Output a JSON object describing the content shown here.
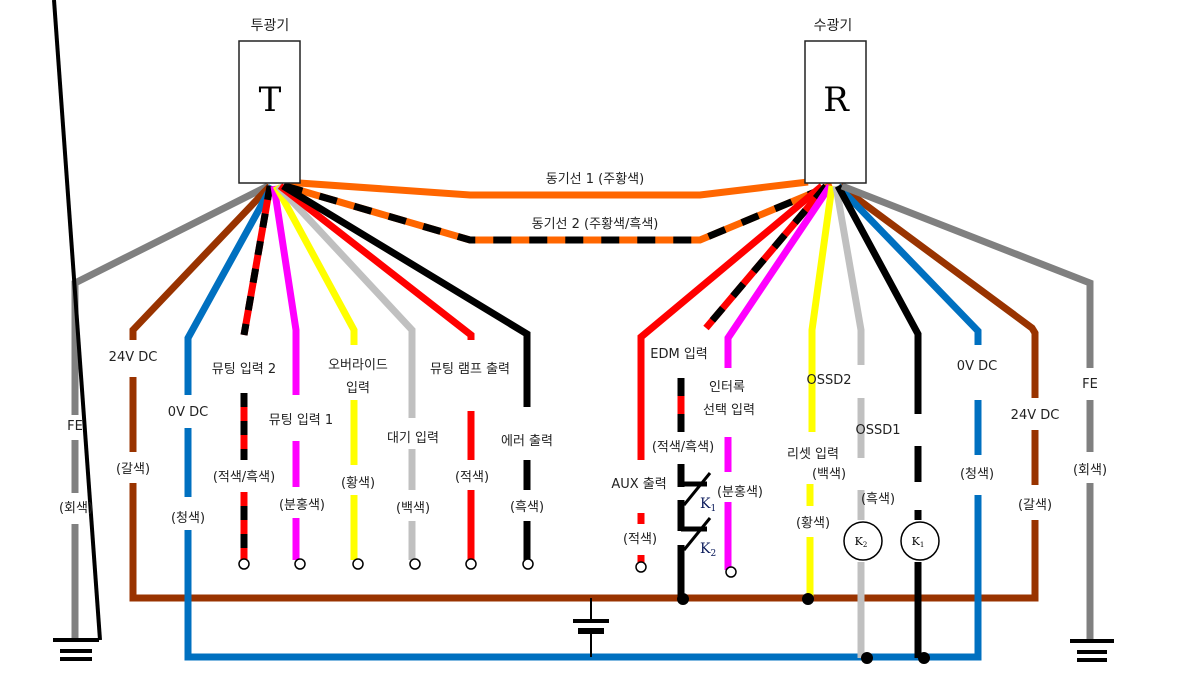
{
  "emitter": {
    "title": "투광기",
    "letter": "T"
  },
  "receiver": {
    "title": "수광기",
    "letter": "R"
  },
  "sync": {
    "line1": "동기선 1 (주황색)",
    "line2": "동기선 2 (주황색/흑색)"
  },
  "colors": {
    "gray": "#808080",
    "brown": "#993300",
    "blue": "#0070c0",
    "red": "#ff0000",
    "black": "#000000",
    "magenta": "#ff00ff",
    "yellow": "#ffff00",
    "white": "#c0c0c0",
    "orange": "#ff6600"
  },
  "emitter_wires": [
    {
      "name": "FE",
      "color_label": "(회색)"
    },
    {
      "name": "24V DC",
      "color_label": "(갈색)"
    },
    {
      "name": "0V DC",
      "color_label": "(청색)"
    },
    {
      "name": "뮤팅 입력 2",
      "color_label": "(적색/흑색)"
    },
    {
      "name": "뮤팅 입력 1",
      "color_label": "(분홍색)"
    },
    {
      "name_line1": "오버라이드",
      "name_line2": "입력",
      "color_label": "(황색)"
    },
    {
      "name": "대기 입력",
      "color_label": "(백색)"
    },
    {
      "name": "뮤팅 램프 출력",
      "color_label": "(적색)"
    },
    {
      "name": "에러 출력",
      "color_label": "(흑색)"
    }
  ],
  "receiver_wires": [
    {
      "name": "AUX 출력",
      "color_label": "(적색)"
    },
    {
      "name": "EDM 입력",
      "color_label": "(적색/흑색)"
    },
    {
      "name_line1": "인터록",
      "name_line2": "선택 입력",
      "color_label": "(분홍색)"
    },
    {
      "name": "리셋 입력",
      "color_label": "(황색)"
    },
    {
      "name": "OSSD2",
      "color_label": "(백색)"
    },
    {
      "name": "OSSD1",
      "color_label": "(흑색)"
    },
    {
      "name": "0V DC",
      "color_label": "(청색)"
    },
    {
      "name": "24V DC",
      "color_label": "(갈색)"
    },
    {
      "name": "FE",
      "color_label": "(회색)"
    }
  ],
  "relays": {
    "k1": "K",
    "k1_sub": "1",
    "k2": "K",
    "k2_sub": "2"
  }
}
